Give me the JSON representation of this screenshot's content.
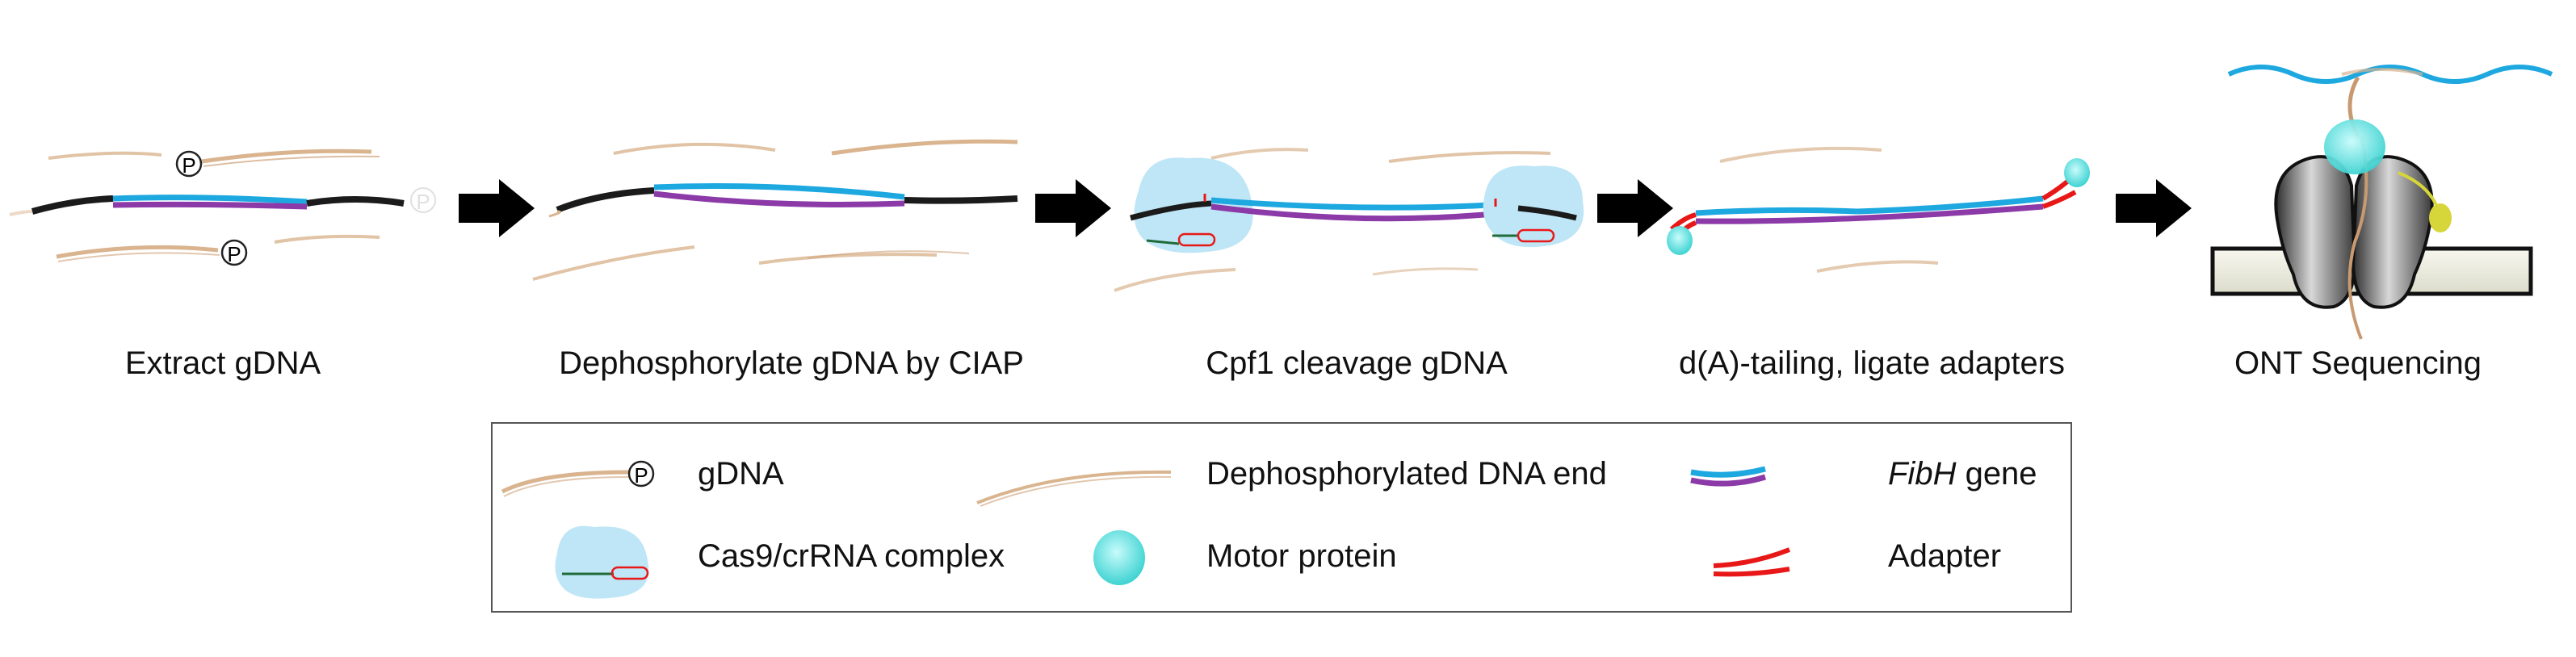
{
  "colors": {
    "gdna": "#d9b48f",
    "gene_blue": "#1ea8e0",
    "gene_purple": "#8b3aa8",
    "adapter": "#e81818",
    "motor": "#5fe0df",
    "cas": "#bfe6f6",
    "black_dna": "#1b1b1b",
    "arrow": "#000000",
    "pore_dark": "#3f3f3f",
    "pore_light": "#cfcfcf",
    "membrane": "#efeee0",
    "tether": "#d6d63a"
  },
  "steps": [
    {
      "label": "Extract gDNA"
    },
    {
      "label": "Dephosphorylate gDNA by CIAP"
    },
    {
      "label": "Cpf1 cleavage gDNA"
    },
    {
      "label": "d(A)-tailing, ligate adapters"
    },
    {
      "label": "ONT Sequencing"
    }
  ],
  "phosphate_symbol": "P",
  "legend": {
    "gdna": "gDNA",
    "dephos": "Dephosphorylated DNA end",
    "gene_italic": "FibH",
    "gene_rest": " gene",
    "cas": "Cas9/crRNA complex",
    "motor": "Motor protein",
    "adapter": "Adapter"
  },
  "icons": [
    "arrow-icon",
    "phosphate-icon",
    "cas-complex-icon",
    "motor-protein-icon",
    "nanopore-icon"
  ]
}
